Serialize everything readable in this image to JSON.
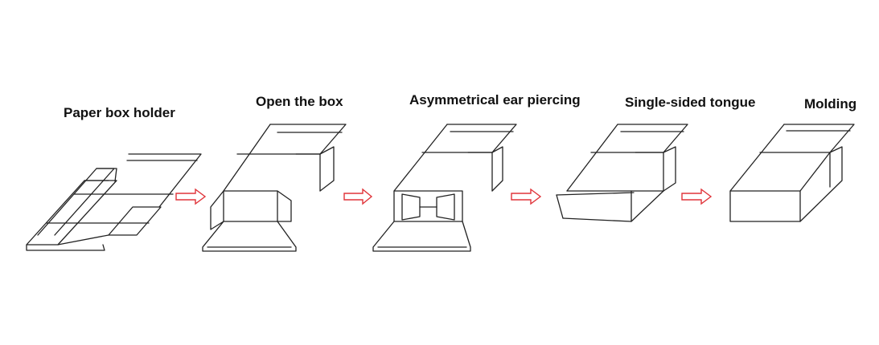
{
  "steps": [
    {
      "label": "Paper box holder"
    },
    {
      "label": "Open the box"
    },
    {
      "label": "Asymmetrical ear piercing"
    },
    {
      "label": "Single-sided tongue"
    },
    {
      "label": "Molding"
    }
  ],
  "colors": {
    "line": "#222222",
    "arrow": "#e0343a",
    "background": "#ffffff"
  }
}
